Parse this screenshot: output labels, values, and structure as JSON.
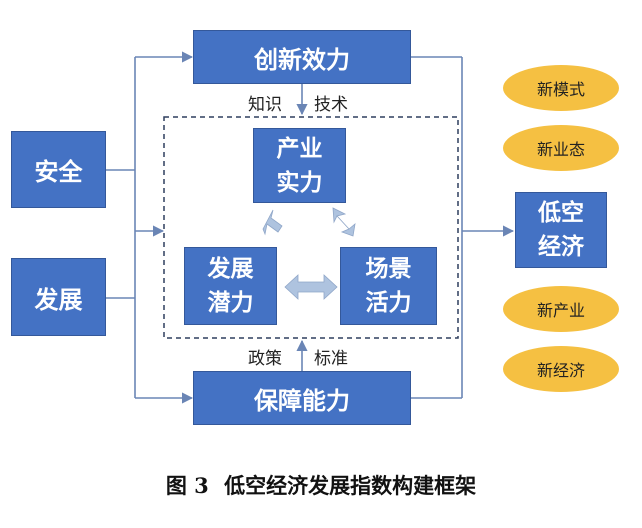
{
  "nodes": {
    "innovation": "创新效力",
    "guarantee": "保障能力",
    "security": "安全",
    "development": "发展",
    "industry_strength": [
      "产业",
      "实力"
    ],
    "dev_potential": [
      "发展",
      "潜力"
    ],
    "scene_vitality": [
      "场景",
      "活力"
    ],
    "low_altitude_economy": [
      "低空",
      "经济"
    ]
  },
  "edge_labels": {
    "knowledge": "知识",
    "technology": "技术",
    "policy": "政策",
    "standard": "标准"
  },
  "outcomes": [
    "新模式",
    "新业态",
    "新产业",
    "新经济"
  ],
  "caption": {
    "figure_no": "图 3",
    "title": "低空经济发展指数构建框架"
  },
  "colors": {
    "box_fill": "#4472c4",
    "pill_fill": "#f5c042",
    "connector": "#6a85b5",
    "double_arrow": "#aec3df"
  }
}
